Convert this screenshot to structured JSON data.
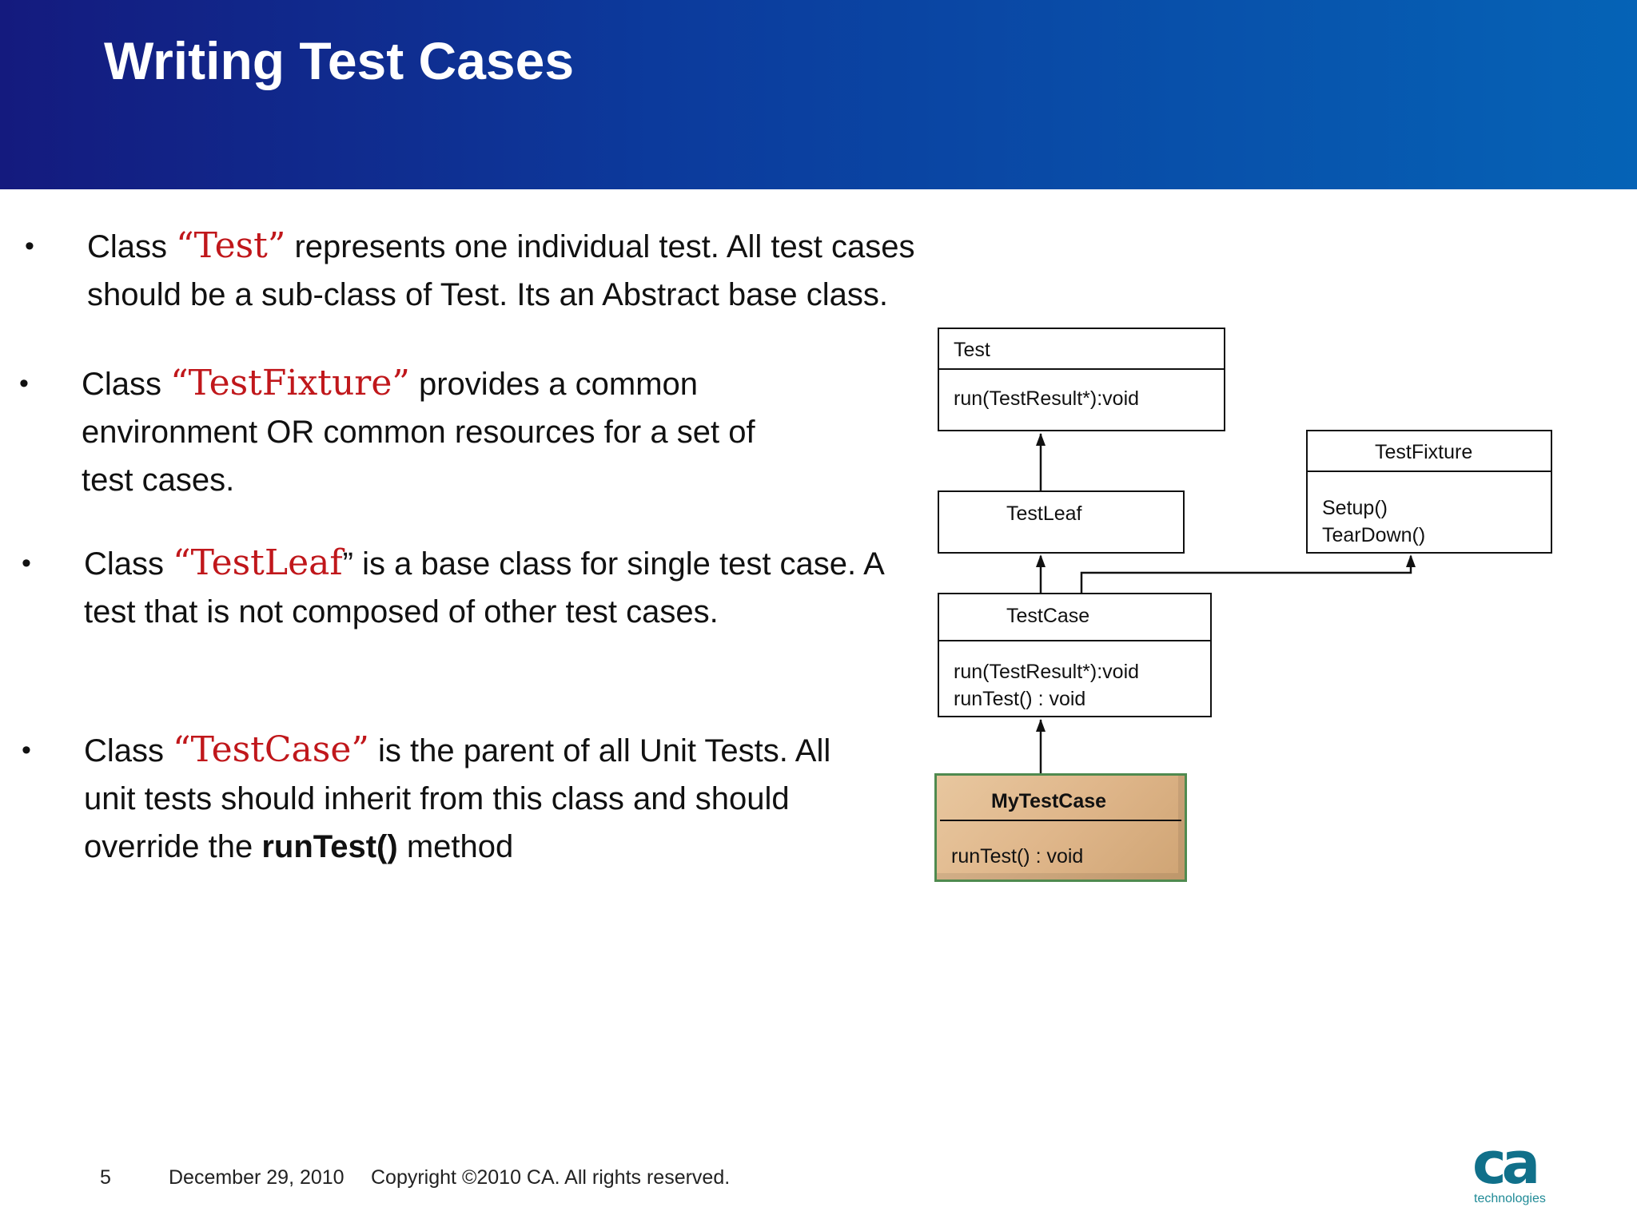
{
  "header": {
    "title": "Writing Test Cases"
  },
  "bullets": [
    {
      "dot": "•",
      "class_word": "Class ",
      "highlight": "“Test”",
      "line1_rest": " represents one individual test. All test cases",
      "line2": "should be a sub-class of Test. Its an Abstract base class."
    },
    {
      "dot": "•",
      "class_word": "Class ",
      "highlight": "“TestFixture”",
      "line1_rest": " provides a common",
      "line2": "environment OR common resources for a set of",
      "line3": "test cases."
    },
    {
      "dot": "•",
      "class_word": "Class ",
      "highlight": "“TestLeaf",
      "line1_rest": "” is a base class for single test case. A",
      "line2": "test that is not composed of other test cases."
    },
    {
      "dot": "•",
      "class_word": "Class ",
      "highlight": "“TestCase”",
      "line1_rest": " is the parent of all Unit Tests. All",
      "line2": "unit tests should inherit from this class and should",
      "line3_pre": "override the ",
      "line3_bold": "runTest()",
      "line3_post": " method"
    }
  ],
  "uml": {
    "test": {
      "name": "Test",
      "ops": [
        "run(TestResult*):void"
      ]
    },
    "testfixture": {
      "name": "TestFixture",
      "ops": [
        "Setup()",
        "TearDown()"
      ]
    },
    "testleaf": {
      "name": "TestLeaf"
    },
    "testcase": {
      "name": "TestCase",
      "ops": [
        "run(TestResult*):void",
        "runTest() : void"
      ]
    },
    "mytestcase": {
      "name": "MyTestCase",
      "ops": [
        "runTest() : void"
      ]
    }
  },
  "footer": {
    "page": "5",
    "date": "December 29, 2010",
    "copyright": "Copyright ©2010 CA. All rights reserved."
  },
  "logo": {
    "mark": "ca",
    "word": "technologies"
  }
}
